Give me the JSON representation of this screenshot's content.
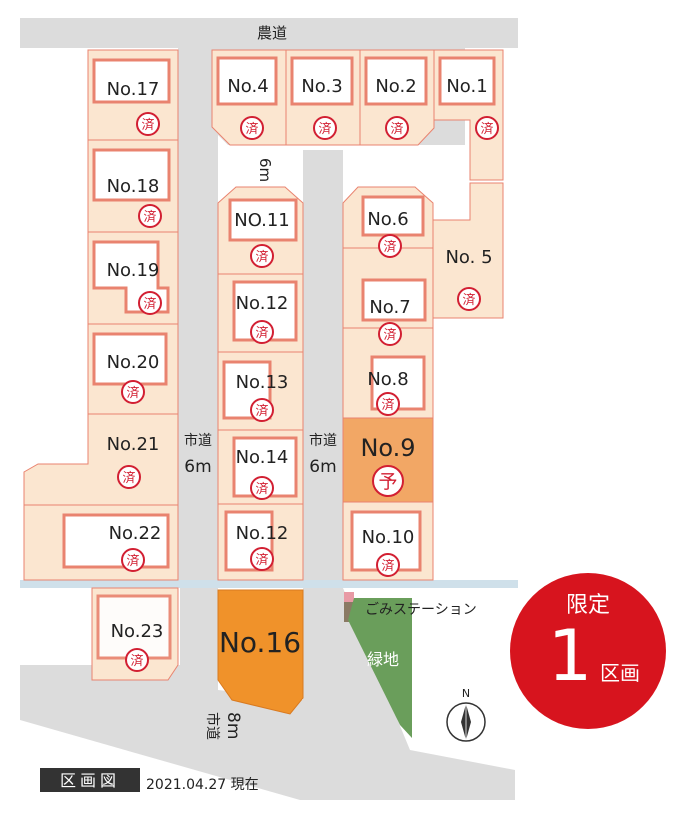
{
  "roads": {
    "top": "農道",
    "left_name": "市道",
    "left_width": "6m",
    "top_inner": "6m",
    "right_name": "市道",
    "right_width": "6m",
    "bottom_name": "市道",
    "bottom_width": "8m"
  },
  "status_marks": {
    "sold": "済",
    "reserved": "予"
  },
  "lots": [
    {
      "id": "lot-17",
      "label": "No.17",
      "status": "sold"
    },
    {
      "id": "lot-18",
      "label": "No.18",
      "status": "sold"
    },
    {
      "id": "lot-19",
      "label": "No.19",
      "status": "sold"
    },
    {
      "id": "lot-20",
      "label": "No.20",
      "status": "sold"
    },
    {
      "id": "lot-21",
      "label": "No.21",
      "status": "sold"
    },
    {
      "id": "lot-22",
      "label": "No.22",
      "status": "sold"
    },
    {
      "id": "lot-23",
      "label": "No.23",
      "status": "sold"
    },
    {
      "id": "lot-4",
      "label": "No.4",
      "status": "sold"
    },
    {
      "id": "lot-3",
      "label": "No.3",
      "status": "sold"
    },
    {
      "id": "lot-2",
      "label": "No.2",
      "status": "sold"
    },
    {
      "id": "lot-1",
      "label": "No.1",
      "status": "sold"
    },
    {
      "id": "lot-11",
      "label": "NO.11",
      "status": "sold"
    },
    {
      "id": "lot-12a",
      "label": "No.12",
      "status": "sold"
    },
    {
      "id": "lot-13",
      "label": "No.13",
      "status": "sold"
    },
    {
      "id": "lot-14",
      "label": "No.14",
      "status": "sold"
    },
    {
      "id": "lot-12b",
      "label": "No.12",
      "status": "sold"
    },
    {
      "id": "lot-6",
      "label": "No.6",
      "status": "sold"
    },
    {
      "id": "lot-5",
      "label": "No. 5",
      "status": "sold"
    },
    {
      "id": "lot-7",
      "label": "No.7",
      "status": "sold"
    },
    {
      "id": "lot-8",
      "label": "No.8",
      "status": "sold"
    },
    {
      "id": "lot-9",
      "label": "No.9",
      "status": "reserved"
    },
    {
      "id": "lot-10",
      "label": "No.10",
      "status": "sold"
    },
    {
      "id": "lot-16",
      "label": "No.16",
      "status": "available"
    }
  ],
  "facilities": {
    "garbage": "ごみステーション",
    "green": "緑地"
  },
  "compass": "N",
  "badge": {
    "label": "限定",
    "count": "1",
    "unit": "区画"
  },
  "footer": {
    "title": "区画図",
    "date": "2021.04.27 現在"
  },
  "colors": {
    "lot_fill": "#fbe6d0",
    "lot_outline": "#e9836f",
    "reserved_fill": "#f2a765",
    "available_fill": "#f0922a",
    "road": "#dcdcdc",
    "green": "#6a9e5b",
    "mark_red": "#d21f32",
    "badge_red": "#d7141e",
    "water": "#cfe0ea"
  }
}
